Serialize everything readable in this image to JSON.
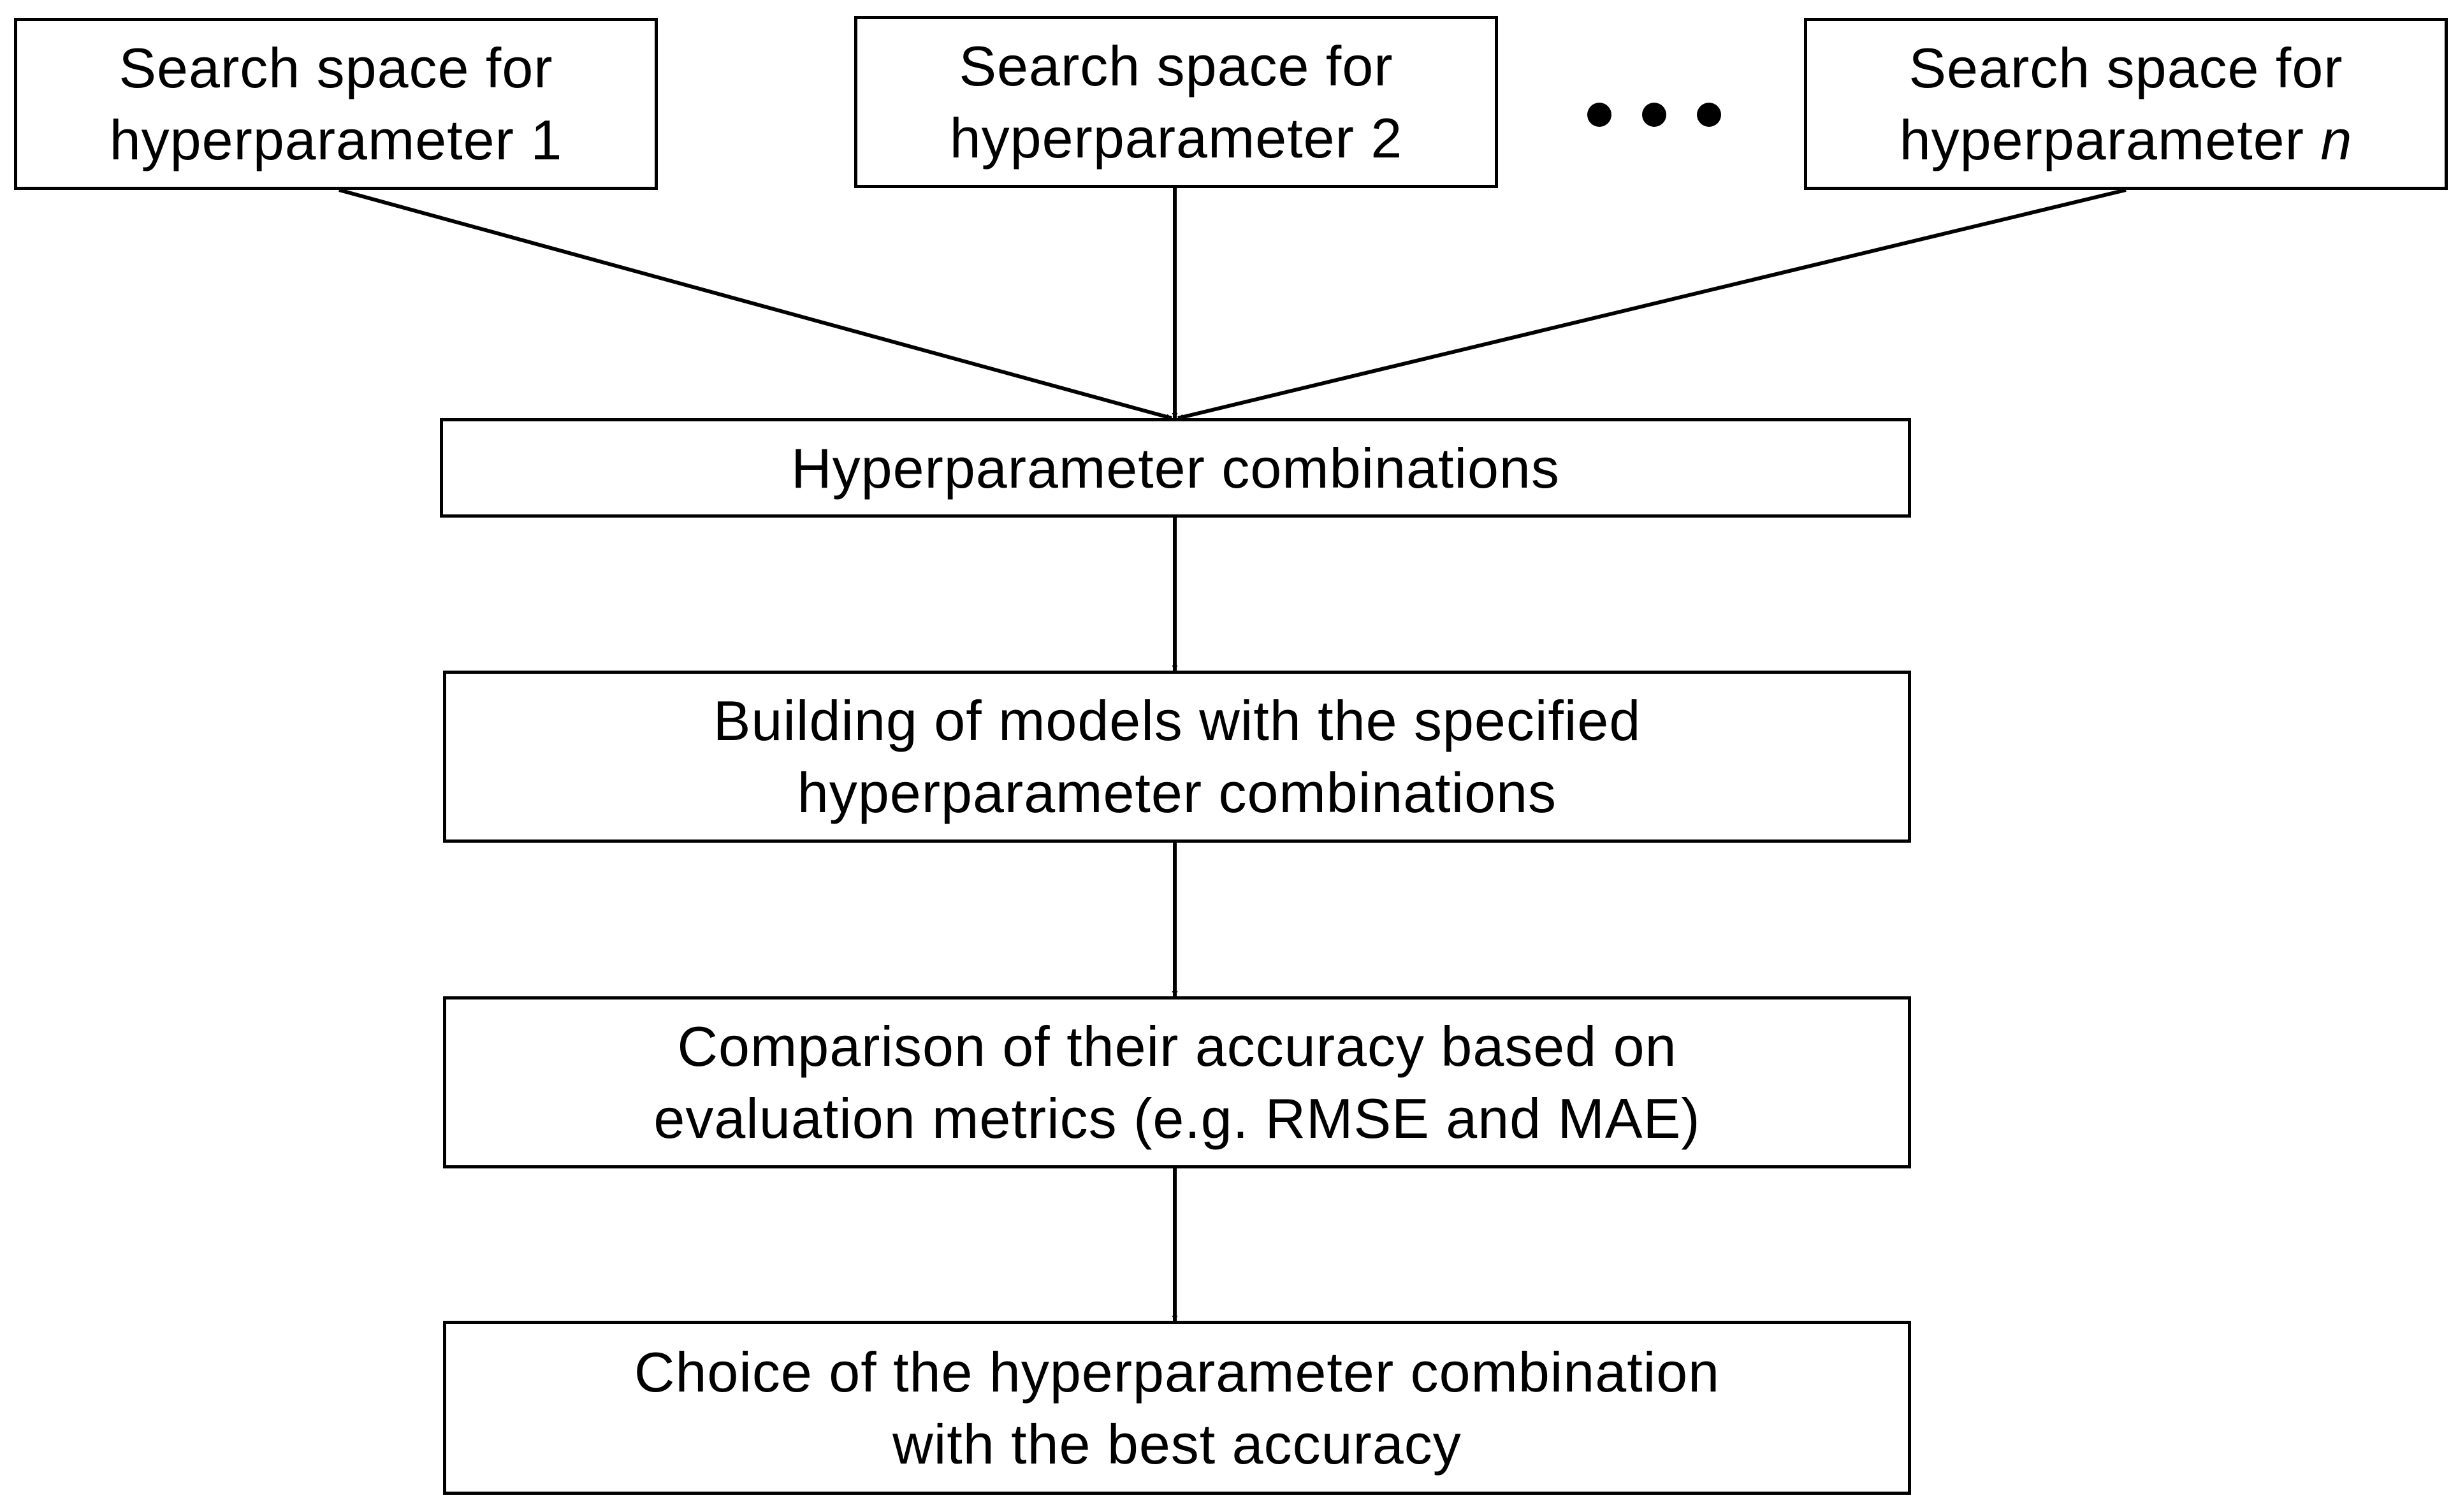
{
  "diagram": {
    "inputs": [
      {
        "line1": "Search space for",
        "line2_prefix": "hyperparameter",
        "line2_suffix": "1"
      },
      {
        "line1": "Search space for",
        "line2_prefix": "hyperparameter",
        "line2_suffix": "2"
      },
      {
        "line1": "Search space for",
        "line2_prefix": "hyperparameter",
        "line2_suffix": "n"
      }
    ],
    "ellipsis_icon": "ellipsis-dots",
    "steps": [
      {
        "lines": [
          "Hyperparameter combinations"
        ]
      },
      {
        "lines": [
          "Building of models with the specified",
          "hyperparameter combinations"
        ]
      },
      {
        "lines": [
          "Comparison of their accuracy based on",
          "evaluation metrics (e.g. RMSE and MAE)"
        ]
      },
      {
        "lines": [
          "Choice of the hyperparameter combination",
          "with the best accuracy"
        ]
      }
    ]
  }
}
